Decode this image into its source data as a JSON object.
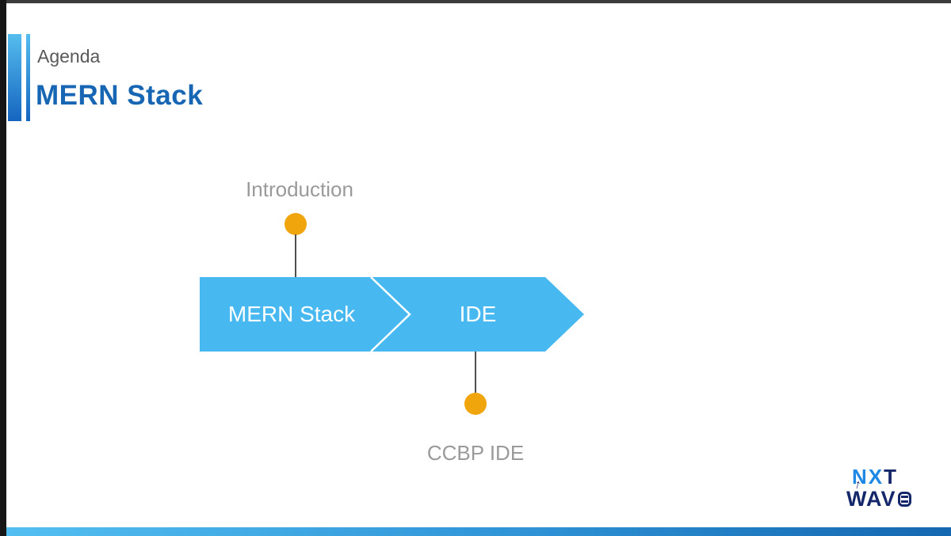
{
  "header": {
    "eyebrow": "Agenda",
    "title": "MERN Stack",
    "title_color": "#1766b4",
    "accent_gradient": [
      "#55bdee",
      "#1565c0"
    ]
  },
  "diagram": {
    "type": "process-arrow",
    "arrow_color": "#47b8f0",
    "segments": [
      {
        "label": "MERN Stack"
      },
      {
        "label": "IDE"
      }
    ],
    "callouts": [
      {
        "label": "Introduction",
        "position": "top",
        "dot_color": "#f0a50c"
      },
      {
        "label": "CCBP IDE",
        "position": "bottom",
        "dot_color": "#f0a50c"
      }
    ],
    "connector_color": "#4f4f4f",
    "label_color": "#9a9a9a"
  },
  "logo": {
    "brand": "NXTWAVE",
    "nx": "NX",
    "t": "T",
    "wav": "WAV",
    "e": "E",
    "blue": "#1e88e5",
    "navy": "#14276b"
  },
  "frame": {
    "top_bar_color": "#3b3b3b",
    "left_bar_color": "#161616",
    "bottom_gradient": [
      "#53bff1",
      "#1467b0"
    ]
  }
}
